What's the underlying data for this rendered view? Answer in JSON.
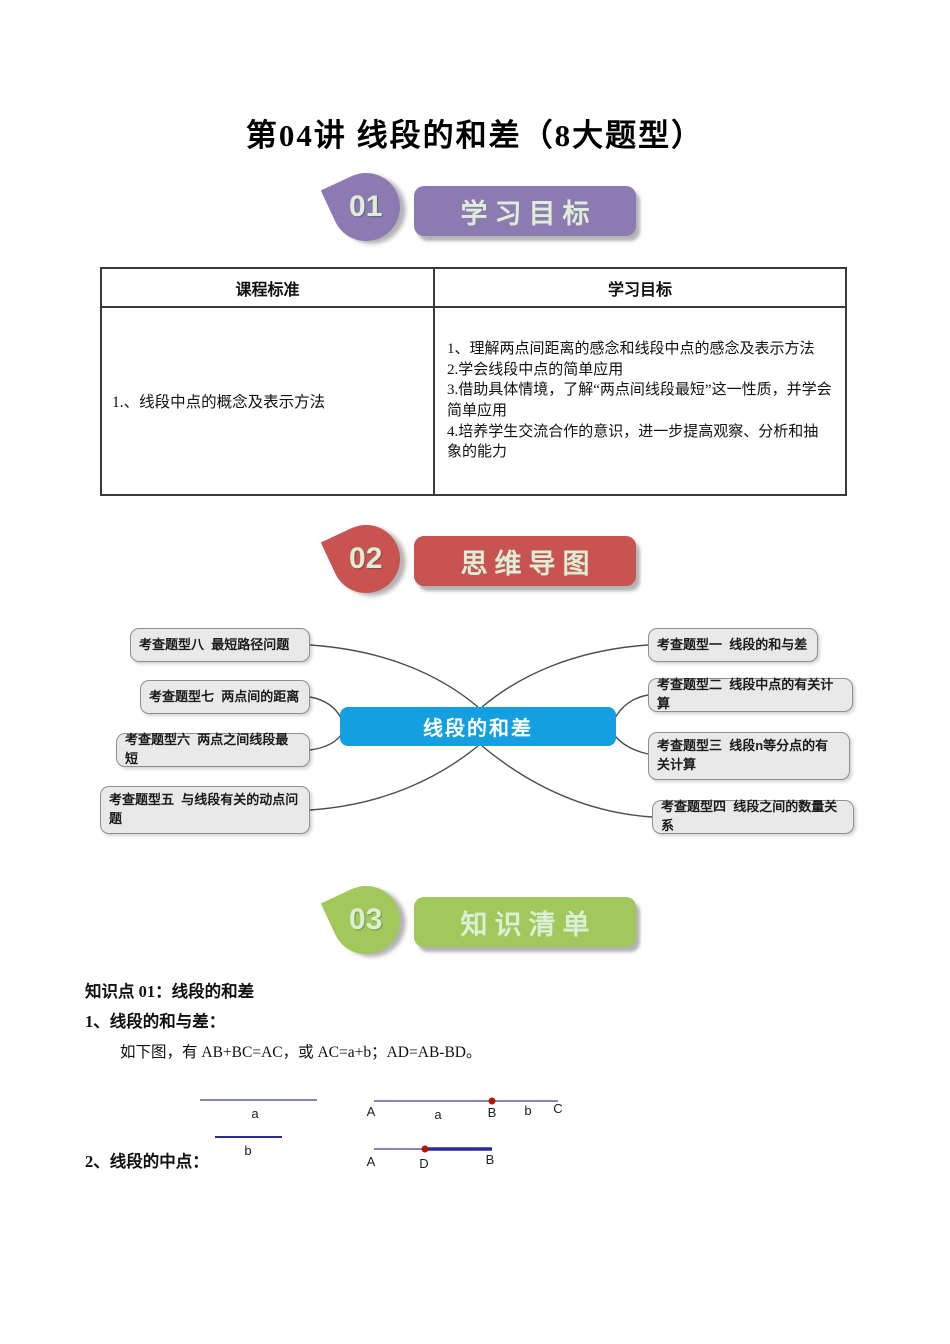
{
  "page": {
    "title": "第04讲 线段的和差（8大题型）"
  },
  "colors": {
    "section1_purple": "#8d7ab2",
    "section2_red": "#c85351",
    "section3_green": "#a2c75b",
    "mindmap_center_blue": "#149fe0",
    "mindmap_node_gray": "#e9e9e9",
    "badge_text_pale_green": "#ddeed6",
    "segment_thin_blue": "#8585bb",
    "segment_dark_navy": "#2a2a9c",
    "point_dot_red": "#b01800"
  },
  "sections": [
    {
      "num": "01",
      "label": "学习目标"
    },
    {
      "num": "02",
      "label": "思维导图"
    },
    {
      "num": "03",
      "label": "知识清单"
    }
  ],
  "table": {
    "headers": [
      "课程标准",
      "学习目标"
    ],
    "row": {
      "standard": "1.、线段中点的概念及表示方法",
      "objectives": [
        "1、理解两点间距离的感念和线段中点的感念及表示方法",
        "2.学会线段中点的简单应用",
        "3.借助具体情境，了解“两点间线段最短”这一性质，并学会简单应用",
        "4.培养学生交流合作的意识，进一步提高观察、分析和抽象的能力"
      ]
    }
  },
  "mindmap": {
    "center": {
      "label": "线段的和差"
    },
    "left": [
      {
        "label": "考查题型八  最短路径问题"
      },
      {
        "label": "考查题型七  两点间的距离"
      },
      {
        "label": "考查题型六  两点之间线段最短"
      },
      {
        "label": "考查题型五  与线段有关的动点问题"
      }
    ],
    "right": [
      {
        "label": "考查题型一  线段的和与差"
      },
      {
        "label": "考查题型二  线段中点的有关计算"
      },
      {
        "label": "考查题型三  线段n等分点的有关计算"
      },
      {
        "label": "考查题型四  线段之间的数量关系"
      }
    ]
  },
  "knowledge": {
    "point_title": "知识点 01：线段的和差",
    "item1_title": "1、线段的和与差：",
    "item1_text": "如下图，有 AB+BC=AC，或 AC=a+b；AD=AB-BD。",
    "item2_title": "2、线段的中点："
  },
  "diagram": {
    "fig1": {
      "label_a": "a",
      "label_b": "b"
    },
    "fig2": {
      "A": "A",
      "a": "a",
      "B": "B",
      "b": "b",
      "C": "C"
    },
    "fig3": {
      "A": "A",
      "D": "D",
      "B": "B"
    }
  }
}
